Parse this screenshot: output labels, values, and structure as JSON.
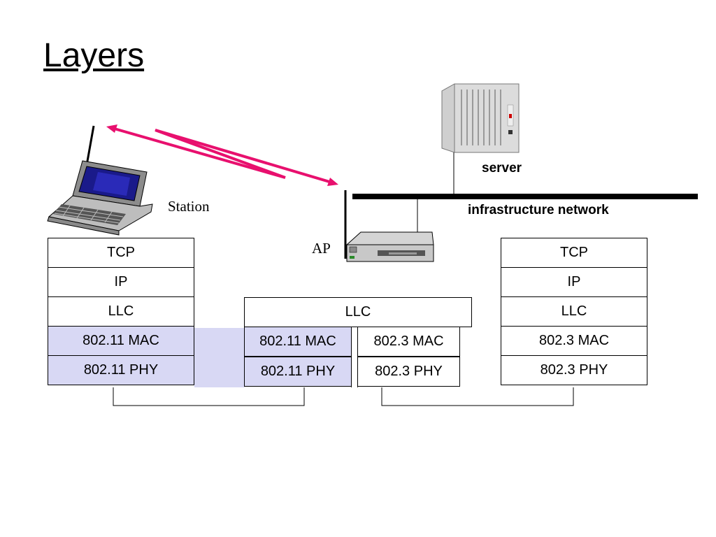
{
  "title": "Layers",
  "labels": {
    "station": "Station",
    "ap": "AP",
    "server": "server",
    "infrastructure_network": "infrastructure network"
  },
  "station_stack": [
    "TCP",
    "IP",
    "LLC",
    "802.11 MAC",
    "802.11 PHY"
  ],
  "ap_stack": {
    "llc": "LLC",
    "wireless": [
      "802.11 MAC",
      "802.11 PHY"
    ],
    "wired": [
      "802.3 MAC",
      "802.3 PHY"
    ]
  },
  "server_stack": [
    "TCP",
    "IP",
    "LLC",
    "802.3 MAC",
    "802.3 PHY"
  ],
  "colors": {
    "wireless_fill": "#d8d8f4",
    "radio_link": "#e8106e",
    "network_bus": "#000000"
  },
  "icons": [
    "laptop-icon",
    "access-point-icon",
    "server-rack-icon"
  ]
}
